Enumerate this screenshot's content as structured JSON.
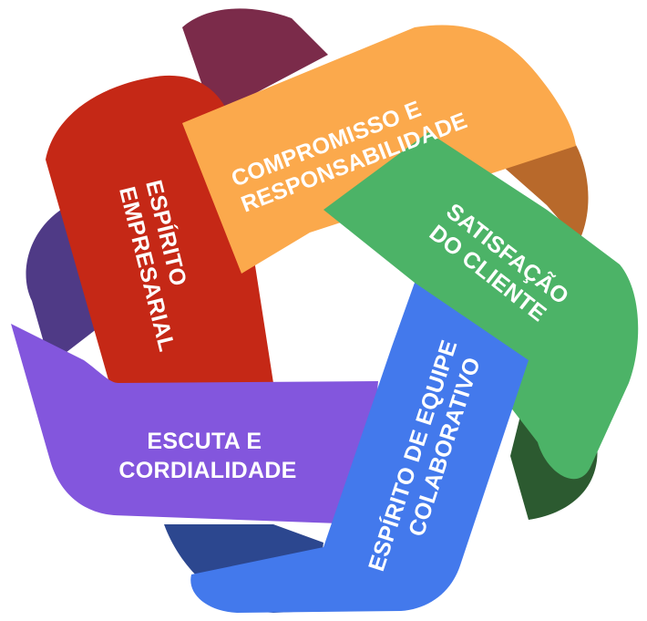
{
  "diagram": {
    "type": "five-band-ribbon-knot",
    "values": [
      {
        "id": "compromisso",
        "line1": "COMPROMISSO E",
        "line2": "RESPONSABILIDADE",
        "color": "#FBA94C",
        "shade": "#B8692B"
      },
      {
        "id": "satisfacao",
        "line1": "SATISFAÇÃO",
        "line2": "DO CLIENTE",
        "color": "#4CB367",
        "shade": "#2C5A30"
      },
      {
        "id": "equipe",
        "line1": "ESPÍRITO DE EQUIPE",
        "line2": "COLABORATIVO",
        "color": "#4379EC",
        "shade": "#2C478F"
      },
      {
        "id": "escuta",
        "line1": "ESCUTA E",
        "line2": "CORDIALIDADE",
        "color": "#8356DD",
        "shade": "#4F3A86"
      },
      {
        "id": "empresarial",
        "line1": "ESPÍRITO",
        "line2": "EMPRESARIAL",
        "color": "#C52816",
        "shade": "#7B2B4A"
      }
    ]
  }
}
